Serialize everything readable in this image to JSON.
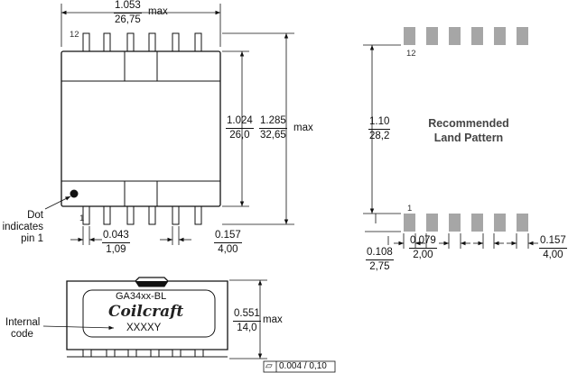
{
  "dims": {
    "width": {
      "inch": "1.053",
      "mm": "26,75",
      "suffix": "max"
    },
    "inner_h": {
      "inch": "1.024",
      "mm": "26,0"
    },
    "outer_h": {
      "inch": "1.285",
      "mm": "32,65",
      "suffix": "max"
    },
    "pitch": {
      "inch": "0.043",
      "mm": "1,09"
    },
    "lead_w": {
      "inch": "0.157",
      "mm": "4,00"
    },
    "height": {
      "inch": "0.551",
      "mm": "14,0",
      "suffix": "max"
    },
    "land_span": {
      "inch": "1.10",
      "mm": "28,2"
    },
    "land_w": {
      "inch": "0.108",
      "mm": "2,75"
    },
    "land_pitch": {
      "inch": "0.079",
      "mm": "2,00"
    },
    "land_len": {
      "inch": "0.157",
      "mm": "4,00"
    }
  },
  "pin_labels": {
    "top": "12",
    "bottom": "1",
    "land_top": "12",
    "land_bottom": "1"
  },
  "callouts": {
    "dot_line1": "Dot",
    "dot_line2": "indicates",
    "dot_line3": "pin 1",
    "internal_line1": "Internal",
    "internal_line2": "code"
  },
  "recommended": {
    "line1": "Recommended",
    "line2": "Land Pattern"
  },
  "marking": {
    "part": "GA34xx-BL",
    "brand": "Coilcraft",
    "code": "XXXXY"
  },
  "flatness": {
    "symbol": "▱",
    "value": "0.004 / 0,10"
  },
  "colors": {
    "line": "#111111",
    "pad": "#a6a6a6",
    "body": "#ffffff"
  }
}
